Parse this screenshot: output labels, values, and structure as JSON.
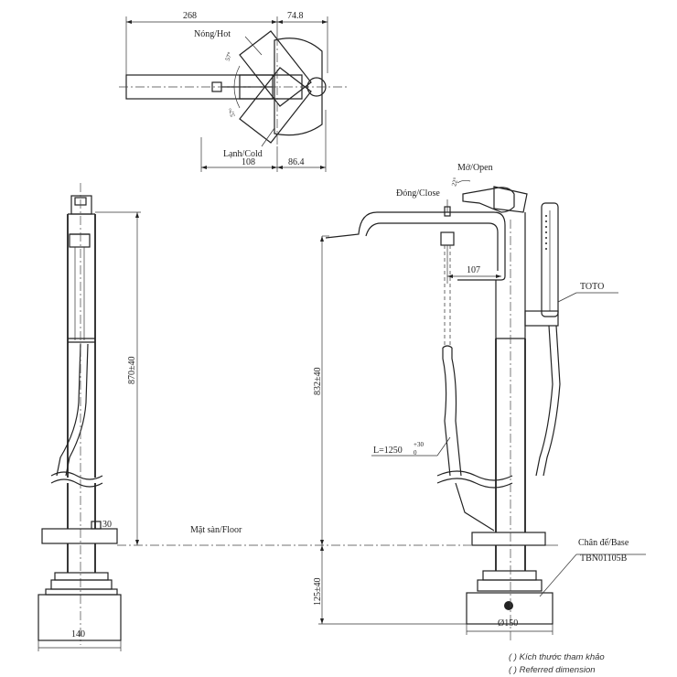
{
  "labels": {
    "hot": "Nóng/Hot",
    "cold": "Lạnh/Cold",
    "open": "Mở/Open",
    "close": "Đóng/Close",
    "floor": "Mặt sàn/Floor",
    "base": "Chân đế/Base",
    "base_model": "TBN01105B",
    "brand": "TOTO",
    "hose": "L=1250",
    "hose_tol_upper": "+30",
    "hose_tol_lower": "0"
  },
  "dimensions": {
    "top_width": "268",
    "top_right": "74.8",
    "bottom_left": "108",
    "bottom_right": "86.4",
    "angle_hot": "57°",
    "angle_cold": "57°",
    "angle_lever": "22°",
    "side_height": "870±40",
    "front_height": "832±40",
    "spout_reach": "107",
    "base_height": "125±40",
    "side_base_width": "140",
    "base_diameter": "Ø150",
    "plate_thickness": "30"
  },
  "notes": {
    "reference_vi": "( ) Kích thước tham khảo",
    "reference_en": "( ) Referred dimension"
  }
}
